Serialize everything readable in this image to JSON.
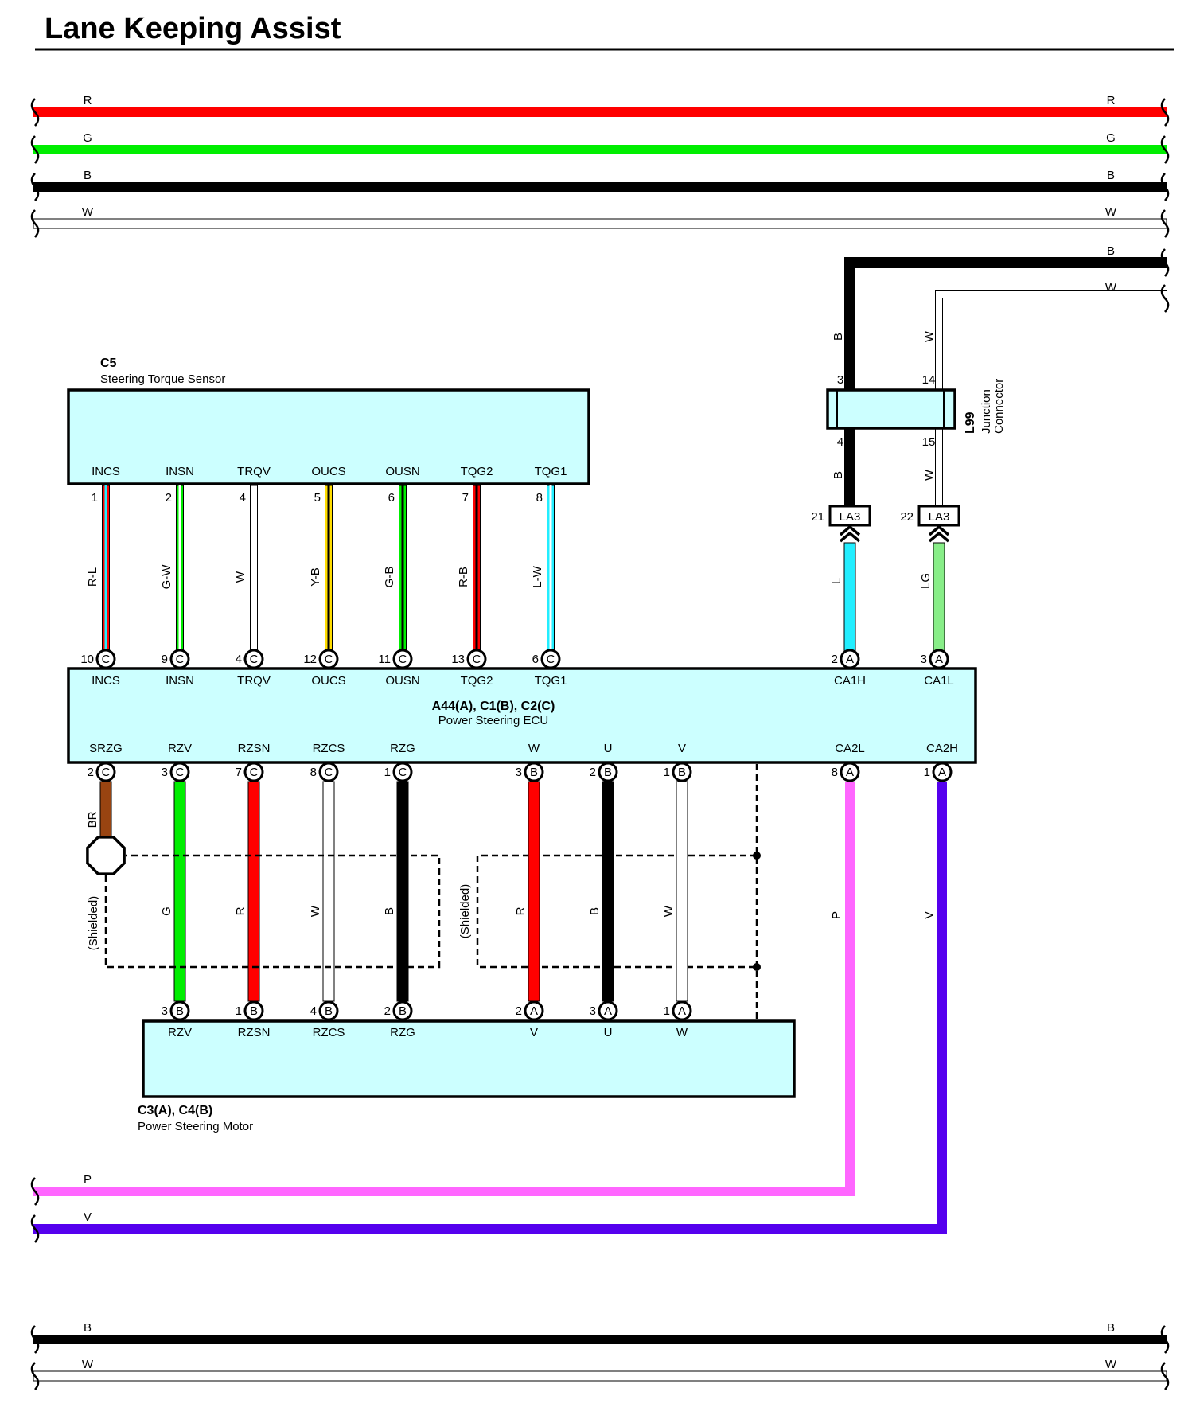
{
  "title": "Lane Keeping Assist",
  "colors": {
    "R": "#ff0000",
    "G": "#00ee00",
    "B": "#000000",
    "W": "#ffffff",
    "L": "#22eeff",
    "LG": "#88ee88",
    "P": "#ff66ff",
    "V": "#5500ee",
    "BR": "#994411",
    "Y": "#ffdd00",
    "component_fill": "#ccffff"
  },
  "bus_top": [
    "R",
    "G",
    "B",
    "W"
  ],
  "bus_right": [
    "B",
    "W"
  ],
  "bus_bottom_left": [
    "P",
    "V"
  ],
  "bus_bottom": [
    "B",
    "W"
  ],
  "components": {
    "c5": {
      "id": "C5",
      "name": "Steering Torque Sensor"
    },
    "l99": {
      "id": "L99",
      "name_lines": [
        "Junction",
        "Connector"
      ],
      "pins": [
        "3",
        "4",
        "14",
        "15"
      ]
    },
    "ecu": {
      "id": "A44(A), C1(B), C2(C)",
      "name": "Power Steering ECU"
    },
    "motor": {
      "id": "C3(A), C4(B)",
      "name": "Power Steering Motor"
    }
  },
  "torque_sensor_wires": [
    {
      "signal": "INCS",
      "sensor_pin": "1",
      "ecu_pin": "10",
      "conn": "C",
      "wire": "R-L"
    },
    {
      "signal": "INSN",
      "sensor_pin": "2",
      "ecu_pin": "9",
      "conn": "C",
      "wire": "G-W"
    },
    {
      "signal": "TRQV",
      "sensor_pin": "4",
      "ecu_pin": "4",
      "conn": "C",
      "wire": "W"
    },
    {
      "signal": "OUCS",
      "sensor_pin": "5",
      "ecu_pin": "12",
      "conn": "C",
      "wire": "Y-B"
    },
    {
      "signal": "OUSN",
      "sensor_pin": "6",
      "ecu_pin": "11",
      "conn": "C",
      "wire": "G-B"
    },
    {
      "signal": "TQG2",
      "sensor_pin": "7",
      "ecu_pin": "13",
      "conn": "C",
      "wire": "R-B"
    },
    {
      "signal": "TQG1",
      "sensor_pin": "8",
      "ecu_pin": "6",
      "conn": "C",
      "wire": "L-W"
    }
  ],
  "can_top": [
    {
      "signal": "CA1H",
      "ecu_pin": "2",
      "conn": "A",
      "wire": "L",
      "la3_pin": "21",
      "la3": "LA3",
      "upper_wire": "B"
    },
    {
      "signal": "CA1L",
      "ecu_pin": "3",
      "conn": "A",
      "wire": "LG",
      "la3_pin": "22",
      "la3": "LA3",
      "upper_wire": "W"
    }
  ],
  "ecu_bottom_sensor": [
    {
      "signal": "SRZG",
      "ecu_pin": "2",
      "conn": "C",
      "wire": "BR"
    },
    {
      "signal": "RZV",
      "ecu_pin": "3",
      "conn": "C",
      "wire": "G",
      "motor_pin": "3",
      "motor_conn": "B"
    },
    {
      "signal": "RZSN",
      "ecu_pin": "7",
      "conn": "C",
      "wire": "R",
      "motor_pin": "1",
      "motor_conn": "B"
    },
    {
      "signal": "RZCS",
      "ecu_pin": "8",
      "conn": "C",
      "wire": "W",
      "motor_pin": "4",
      "motor_conn": "B"
    },
    {
      "signal": "RZG",
      "ecu_pin": "1",
      "conn": "C",
      "wire": "B",
      "motor_pin": "2",
      "motor_conn": "B"
    }
  ],
  "ecu_bottom_power": [
    {
      "signal": "W",
      "ecu_pin": "3",
      "conn": "B",
      "wire": "R",
      "motor_signal": "V",
      "motor_pin": "2",
      "motor_conn": "A"
    },
    {
      "signal": "U",
      "ecu_pin": "2",
      "conn": "B",
      "wire": "B",
      "motor_signal": "U",
      "motor_pin": "3",
      "motor_conn": "A"
    },
    {
      "signal": "V",
      "ecu_pin": "1",
      "conn": "B",
      "wire": "W",
      "motor_signal": "W",
      "motor_pin": "1",
      "motor_conn": "A"
    }
  ],
  "can_bottom": [
    {
      "signal": "CA2L",
      "ecu_pin": "8",
      "conn": "A",
      "wire": "P"
    },
    {
      "signal": "CA2H",
      "ecu_pin": "1",
      "conn": "A",
      "wire": "V"
    }
  ],
  "shield_label": "(Shielded)"
}
